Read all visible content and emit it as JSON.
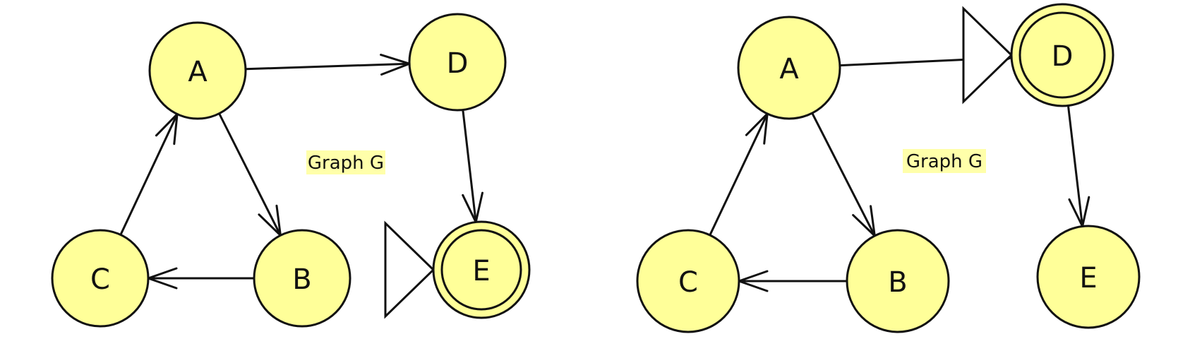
{
  "graphs": [
    {
      "caption": "Graph G",
      "nodes": [
        {
          "id": "A",
          "label": "A"
        },
        {
          "id": "D",
          "label": "D"
        },
        {
          "id": "C",
          "label": "C"
        },
        {
          "id": "B",
          "label": "B"
        },
        {
          "id": "E",
          "label": "E"
        }
      ],
      "edges": [
        {
          "from": "A",
          "to": "D"
        },
        {
          "from": "D",
          "to": "E"
        },
        {
          "from": "A",
          "to": "B"
        },
        {
          "from": "B",
          "to": "C"
        },
        {
          "from": "C",
          "to": "A"
        }
      ],
      "start": "E",
      "accepting": [
        "E"
      ]
    },
    {
      "caption": "Graph G",
      "nodes": [
        {
          "id": "A",
          "label": "A"
        },
        {
          "id": "D",
          "label": "D"
        },
        {
          "id": "C",
          "label": "C"
        },
        {
          "id": "B",
          "label": "B"
        },
        {
          "id": "E",
          "label": "E"
        }
      ],
      "edges": [
        {
          "from": "A",
          "to": "D"
        },
        {
          "from": "D",
          "to": "E"
        },
        {
          "from": "A",
          "to": "B"
        },
        {
          "from": "B",
          "to": "C"
        },
        {
          "from": "C",
          "to": "A"
        }
      ],
      "start": "D",
      "accepting": [
        "D"
      ]
    }
  ],
  "colors": {
    "node_fill": "#ffff99",
    "stroke": "#111111",
    "caption_bg": "#ffffaa"
  }
}
